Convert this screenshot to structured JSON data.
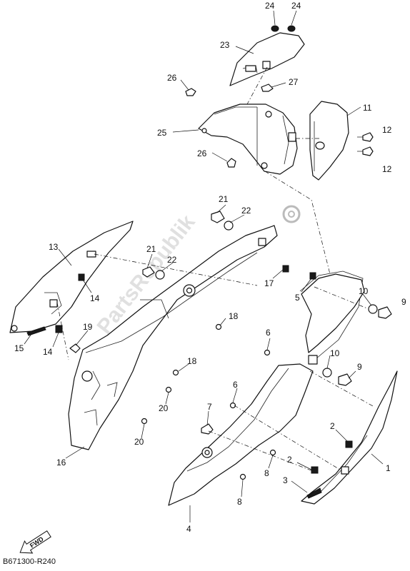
{
  "diagram": {
    "code": "B671300-R240",
    "fwd_label": "FWD",
    "watermark": "PartsRepublik",
    "callouts": [
      "24",
      "24",
      "23",
      "26",
      "27",
      "11",
      "25",
      "12",
      "12",
      "26",
      "21",
      "22",
      "13",
      "21",
      "22",
      "14",
      "17",
      "5",
      "10",
      "9",
      "18",
      "14",
      "15",
      "19",
      "6",
      "10",
      "9",
      "18",
      "20",
      "6",
      "20",
      "7",
      "2",
      "16",
      "2",
      "8",
      "3",
      "8",
      "1",
      "4"
    ]
  }
}
